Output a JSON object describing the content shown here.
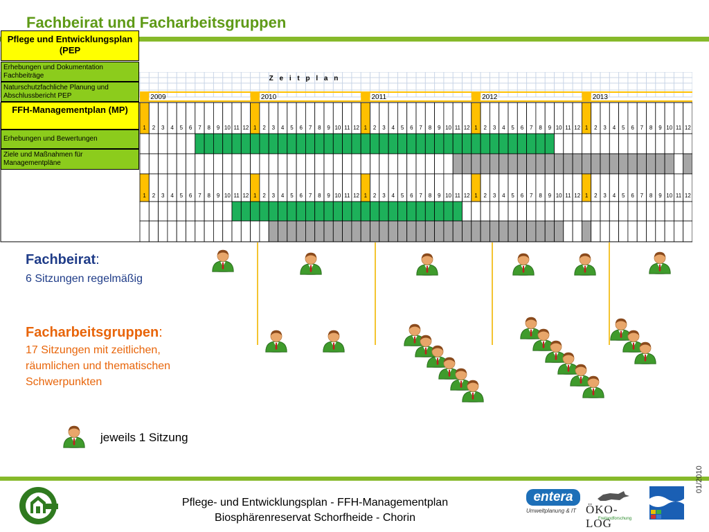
{
  "page": {
    "title": "Fachbeirat und Facharbeitsgruppen"
  },
  "gantt": {
    "zeitplan_label": "Z e i t p l a n",
    "years": [
      "2009",
      "2010",
      "2011",
      "2012",
      "2013"
    ],
    "sections": [
      {
        "label": "Pflege und Entwicklungsplan (PEP",
        "rows": [
          {
            "label": "Erhebungen und Dokumentation Fachbeiträge",
            "bars": [
              {
                "start": 6,
                "end": 44,
                "color": "green"
              }
            ]
          },
          {
            "label": "Naturschutzfachliche Planung und Abschlussbericht PEP",
            "bars": [
              {
                "start": 34,
                "end": 57,
                "color": "gray"
              },
              {
                "start": 59,
                "end": 59,
                "color": "gray"
              }
            ]
          }
        ]
      },
      {
        "label": "FFH-Managementplan (MP)",
        "rows": [
          {
            "label": "Erhebungen und Bewertungen",
            "bars": [
              {
                "start": 10,
                "end": 34,
                "color": "green"
              }
            ]
          },
          {
            "label": "Ziele und Maßnahmen für Managementpläne",
            "bars": [
              {
                "start": 14,
                "end": 45,
                "color": "gray"
              },
              {
                "start": 48,
                "end": 48,
                "color": "gray"
              }
            ]
          }
        ]
      }
    ]
  },
  "fachbeirat": {
    "heading": "Fachbeirat",
    "colon": ":",
    "description": "6 Sitzungen regelmäßig"
  },
  "facharbeitsgruppen": {
    "heading": "Facharbeitsgruppen",
    "colon": ":",
    "description_lines": [
      "17 Sitzungen mit zeitlichen,",
      "räumlichen und thematischen",
      "Schwerpunkten"
    ]
  },
  "legend": {
    "label": "jeweils 1 Sitzung"
  },
  "footer": {
    "line1": "Pflege- und Entwicklungsplan  -  FFH-Managementplan",
    "line2": "Biosphärenreservat Schorfheide - Chorin",
    "date": "01/2010"
  },
  "logos": {
    "entera_text": "entera",
    "entera_sub": "Umweltplanung & IT",
    "oekolog_text": "ÖKO-LOG",
    "oekolog_sub": "Freilandforschung"
  },
  "icons": {
    "person": "person-icon"
  },
  "colors": {
    "accent_green": "#86b92a",
    "title_green": "#5e9a16",
    "label_green": "#8ccc1c",
    "section_yellow": "#ffff00",
    "bar_green": "#1db05a",
    "bar_gray": "#a6a6a6",
    "year_marker": "#ffc000",
    "blue_text": "#1f3c88",
    "orange_text": "#e8650a"
  }
}
